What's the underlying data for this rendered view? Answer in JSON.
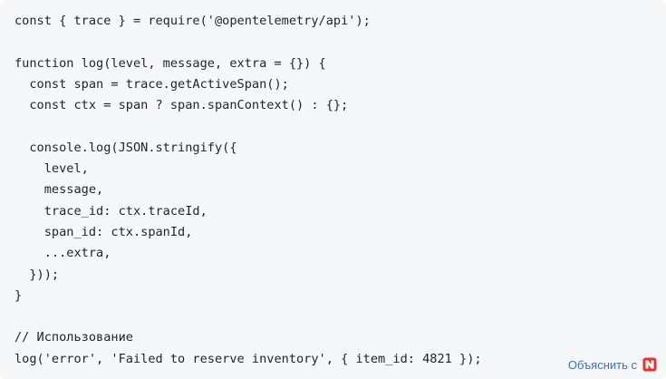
{
  "code": {
    "lines": [
      "const { trace } = require('@opentelemetry/api');",
      "",
      "function log(level, message, extra = {}) {",
      "  const span = trace.getActiveSpan();",
      "  const ctx = span ? span.spanContext() : {};",
      "",
      "  console.log(JSON.stringify({",
      "    level,",
      "    message,",
      "    trace_id: ctx.traceId,",
      "    span_id: ctx.spanId,",
      "    ...extra,",
      "  }));",
      "}",
      "",
      "// Использование",
      "log('error', 'Failed to reserve inventory', { item_id: 4821 });"
    ]
  },
  "explain_button": {
    "label": "Объяснить с",
    "icon": "assistant-logo-icon"
  },
  "colors": {
    "background": "#f6f7f9",
    "text": "#1f2328",
    "link": "#3d6fb4",
    "logo": "#e8322b"
  }
}
